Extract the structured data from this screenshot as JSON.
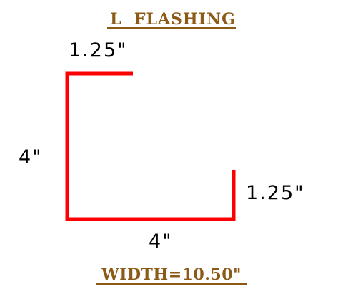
{
  "title": "L  FLASHING",
  "width_label": "WIDTH=10.50\"",
  "dimensions": {
    "top_flange": "1.25\"",
    "left_side": "4\"",
    "bottom_side": "4\"",
    "right_flange": "1.25\""
  },
  "colors": {
    "title_text": "#8b5a16",
    "profile_line": "#ff0000",
    "dimension_text": "#000000"
  }
}
